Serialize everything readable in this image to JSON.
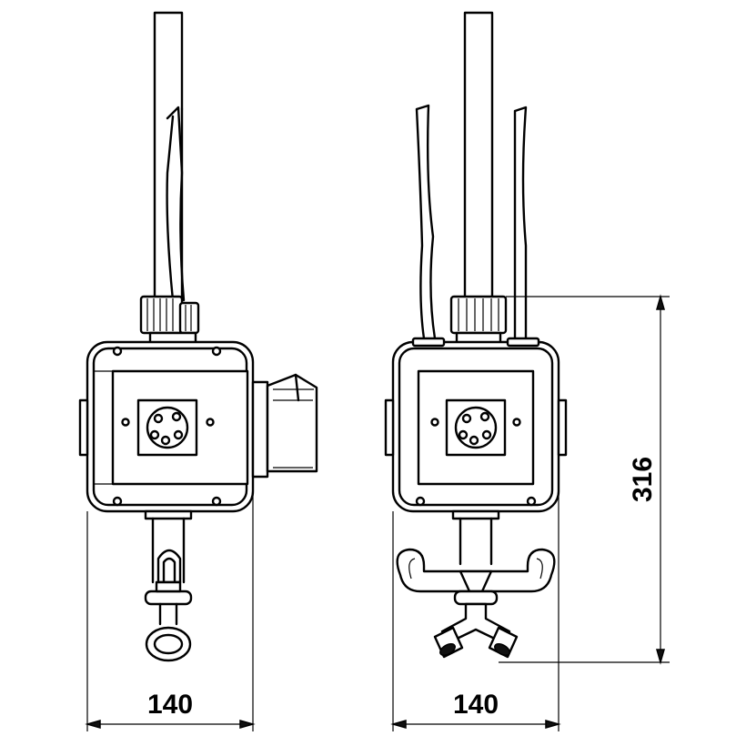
{
  "dimensions": {
    "left_width": "140",
    "right_width": "140",
    "height": "316"
  }
}
